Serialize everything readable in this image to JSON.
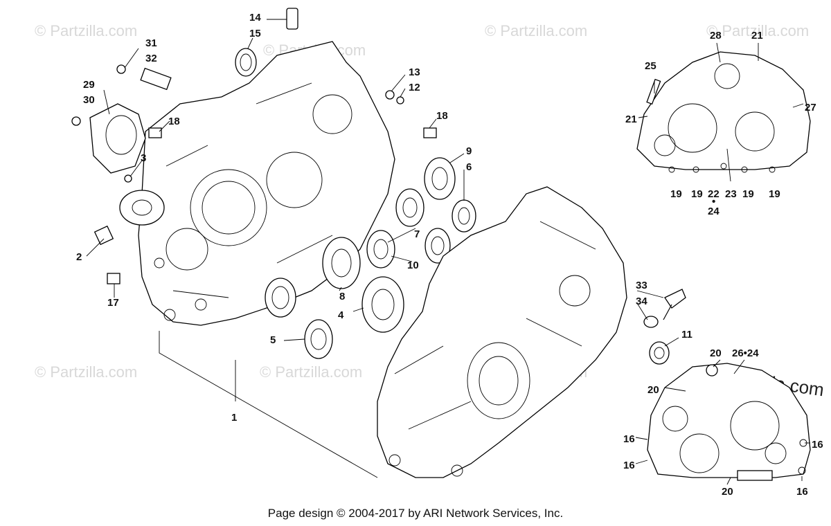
{
  "watermark": "© Partzilla.com",
  "footer": "Page design © 2004-2017 by ARI Network Services, Inc.",
  "callouts": [
    "1",
    "2",
    "3",
    "4",
    "5",
    "6",
    "7",
    "8",
    "9",
    "10",
    "11",
    "12",
    "13",
    "14",
    "15",
    "16",
    "17",
    "18",
    "19",
    "20",
    "21",
    "22",
    "23",
    "24",
    "25",
    "26",
    "27",
    "28",
    "29",
    "30",
    "31",
    "32",
    "33",
    "34",
    "26•24",
    "22",
    "•",
    "24",
    "23"
  ]
}
